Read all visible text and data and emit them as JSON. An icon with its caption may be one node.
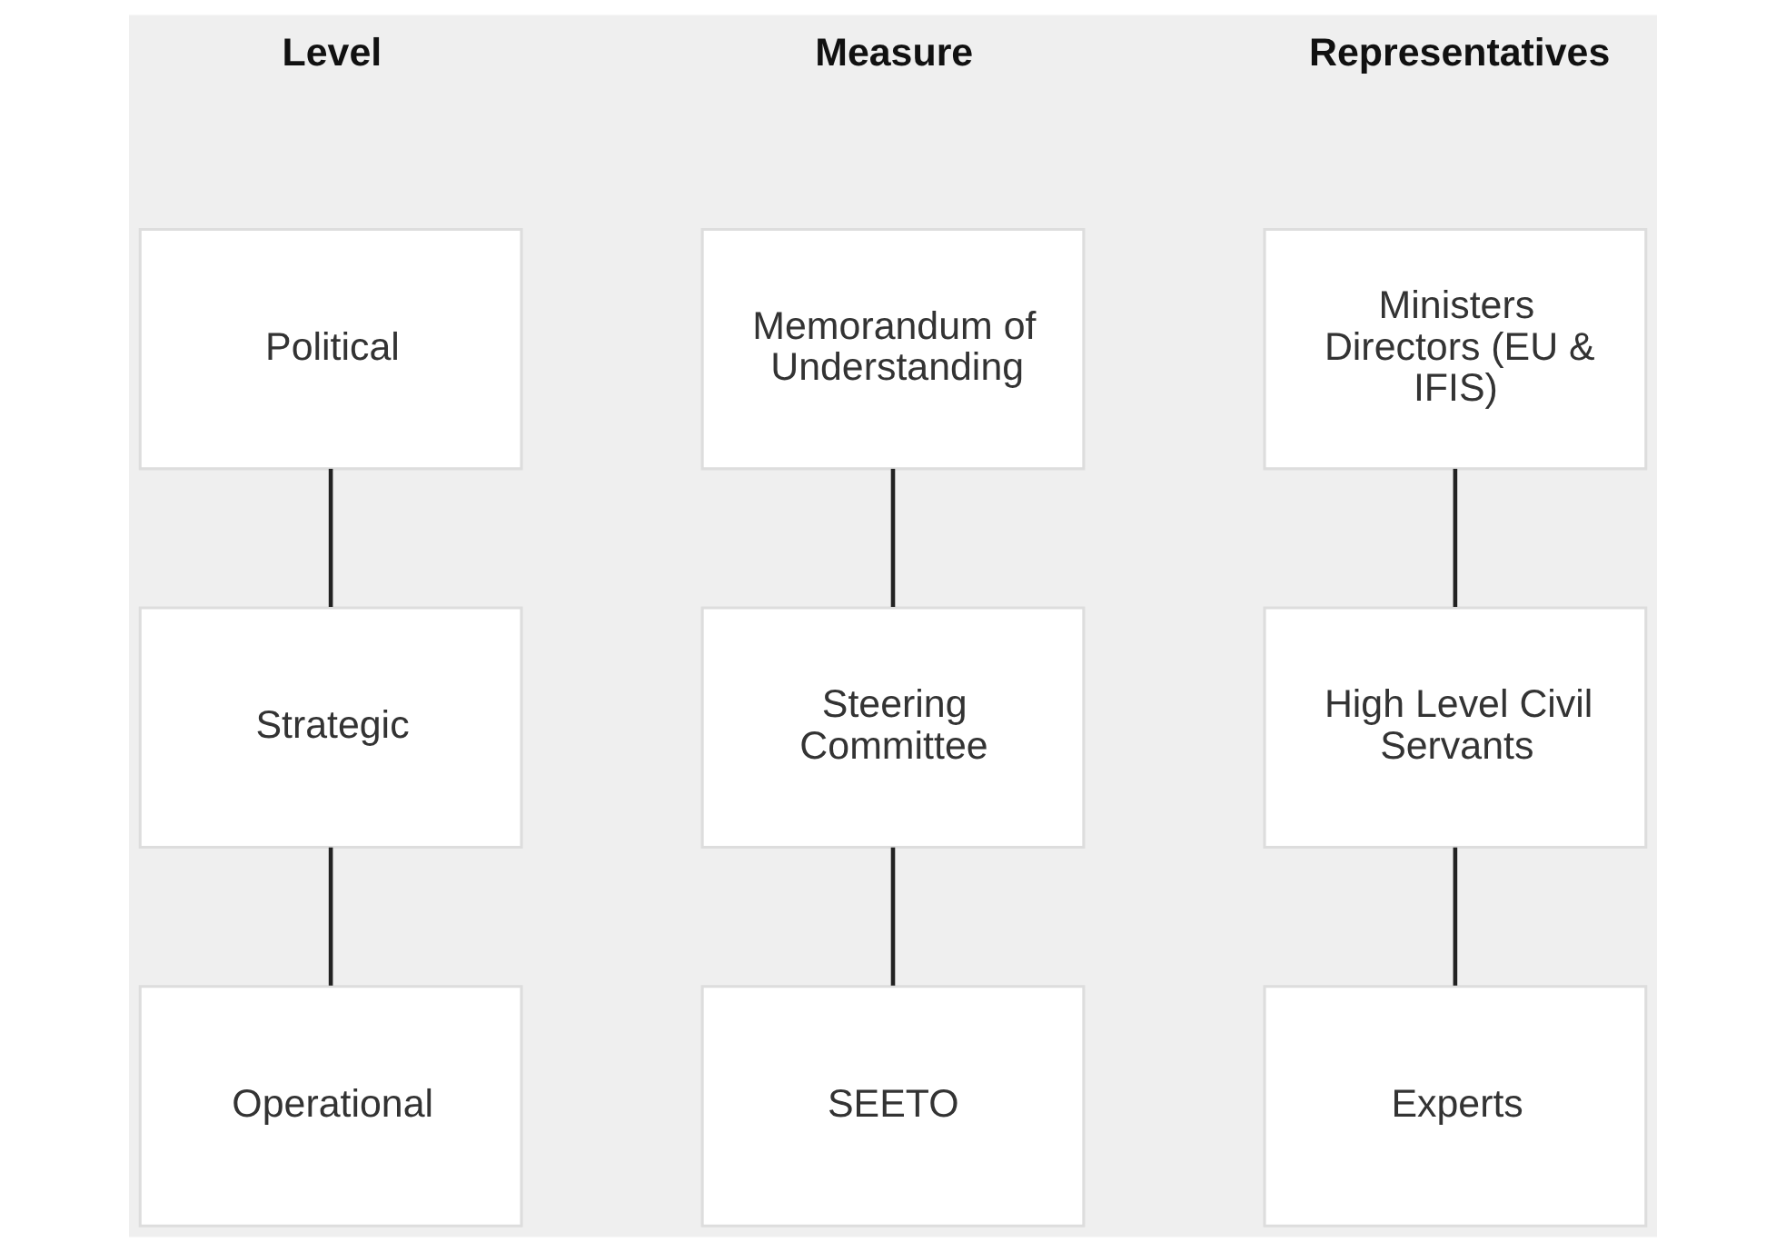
{
  "diagram": {
    "nodes": [
      {
        "text": [
          "Political"
        ]
      },
      {
        "text": [
          "Memorandum of Understanding"
        ]
      },
      {
        "text": [
          "Ministers Directors (EU & IFIS)"
        ]
      },
      {
        "text": [
          "Strategic"
        ]
      },
      {
        "text": [
          "Steering Committee"
        ]
      },
      {
        "text": [
          "High Level Civil Servants"
        ]
      },
      {
        "text": [
          "Operational"
        ]
      },
      {
        "text": [
          "SEETO"
        ]
      },
      {
        "text": [
          "Experts"
        ]
      }
    ],
    "edges": [
      {
        "from": 0,
        "to": 3,
        "arrow": "none"
      },
      {
        "from": 3,
        "to": 6,
        "arrow": "none"
      },
      {
        "from": 1,
        "to": 4,
        "arrow": "none"
      },
      {
        "from": 4,
        "to": 7,
        "arrow": "none"
      },
      {
        "from": 2,
        "to": 5,
        "arrow": "none"
      },
      {
        "from": 5,
        "to": 8,
        "arrow": "none"
      }
    ],
    "labels": [
      "Level",
      "Measure",
      "Representatives"
    ]
  }
}
